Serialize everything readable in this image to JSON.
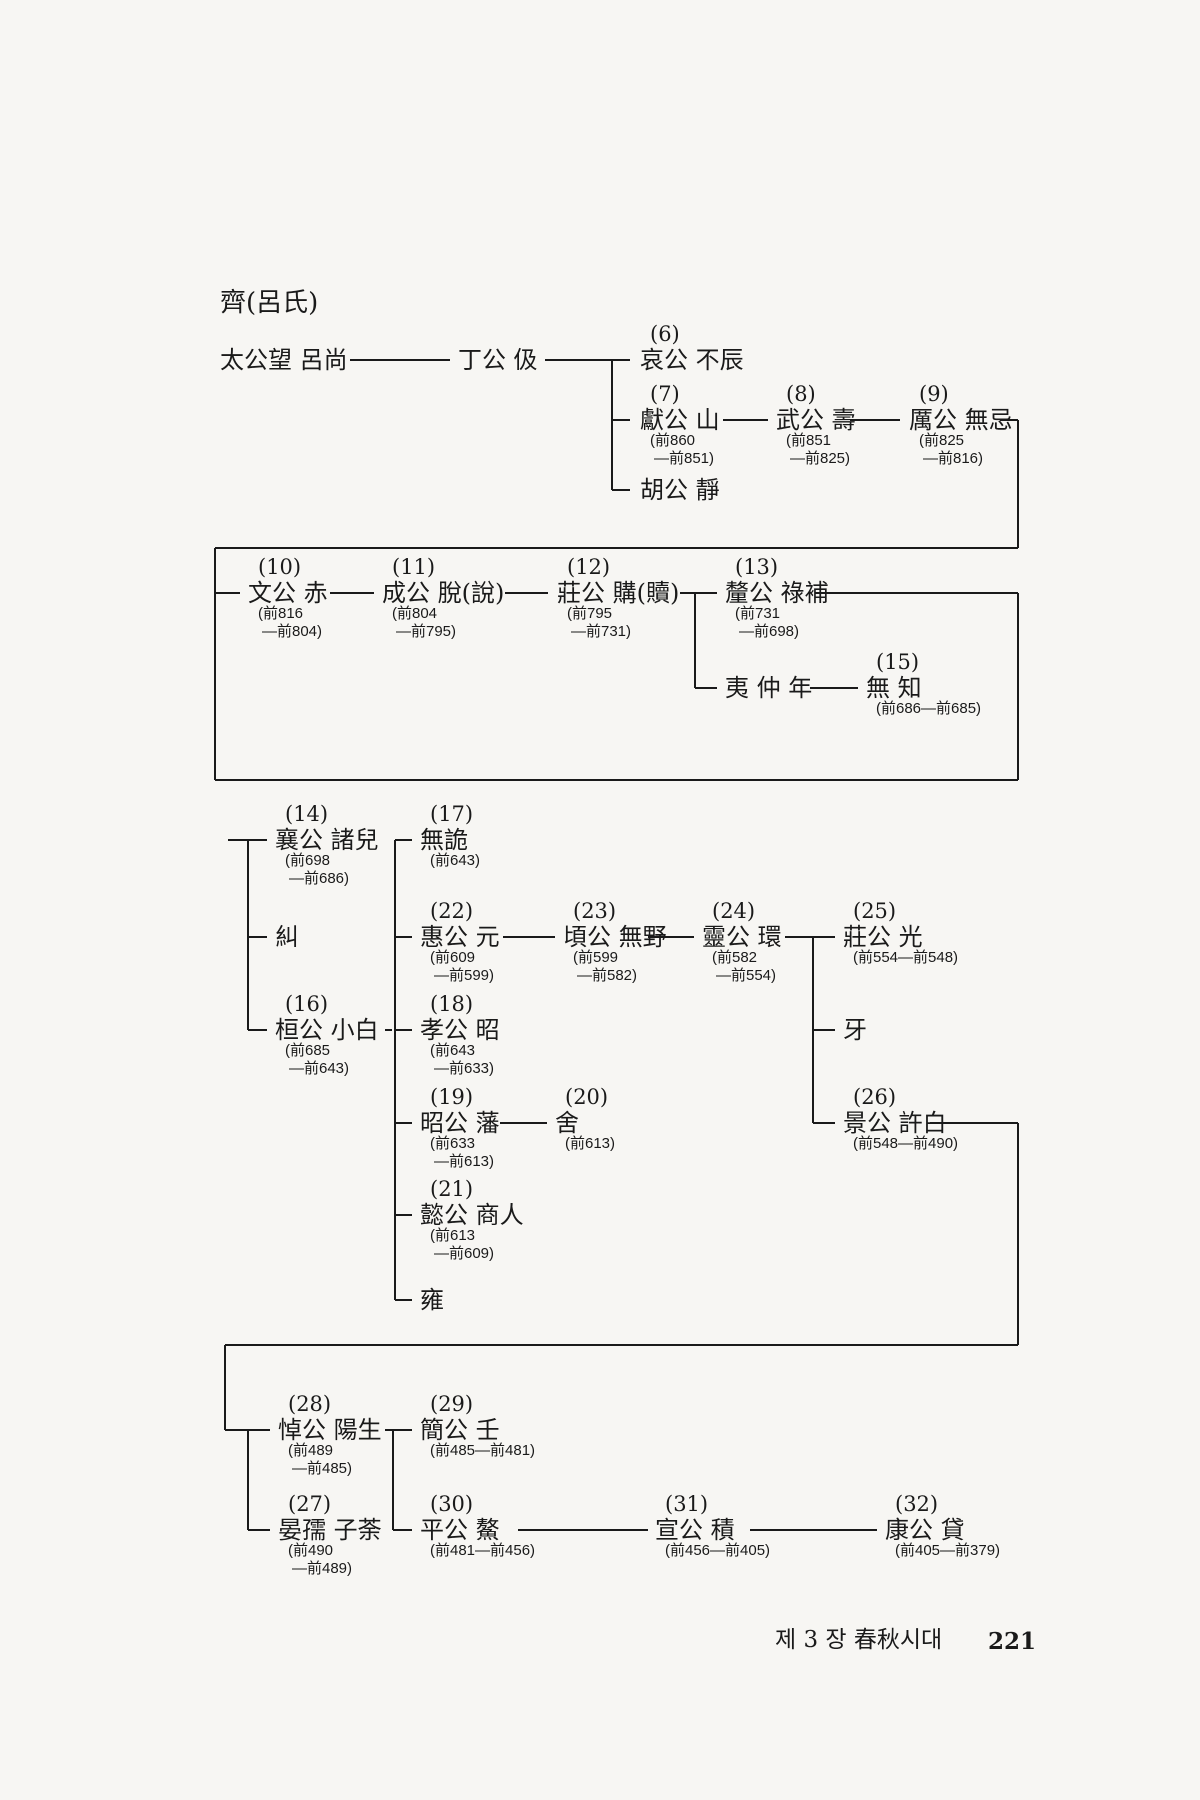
{
  "title": "齊(呂氏)",
  "nodes": {
    "taigong": {
      "name": "太公望 呂尚"
    },
    "dinggong": {
      "name": "丁公 伋"
    },
    "aigong": {
      "num": "(6)",
      "name": "哀公 不辰"
    },
    "xiangong": {
      "num": "(7)",
      "name": "獻公 山",
      "date1": "(前860",
      "date2": "—前851)"
    },
    "wugong": {
      "num": "(8)",
      "name": "武公 壽",
      "date1": "(前851",
      "date2": "—前825)"
    },
    "ligong": {
      "num": "(9)",
      "name": "厲公 無忌",
      "date1": "(前825",
      "date2": "—前816)"
    },
    "hugong": {
      "name": "胡公 靜"
    },
    "wengong": {
      "num": "(10)",
      "name": "文公 赤",
      "date1": "(前816",
      "date2": "—前804)"
    },
    "chenggong": {
      "num": "(11)",
      "name": "成公 脫(說)",
      "date1": "(前804",
      "date2": "—前795)"
    },
    "zhuanggong": {
      "num": "(12)",
      "name": "莊公 購(贖)",
      "date1": "(前795",
      "date2": "—前731)"
    },
    "xigong": {
      "num": "(13)",
      "name": "釐公 祿補",
      "date1": "(前731",
      "date2": "—前698)"
    },
    "yizhongnian": {
      "name": "夷 仲 年"
    },
    "wuzhi": {
      "num": "(15)",
      "name": "無 知",
      "date1": "(前686—前685)"
    },
    "xianggong": {
      "num": "(14)",
      "name": "襄公 諸兒",
      "date1": "(前698",
      "date2": "—前686)"
    },
    "jiu": {
      "name": "糾"
    },
    "huangong": {
      "num": "(16)",
      "name": "桓公 小白",
      "date1": "(前685",
      "date2": "—前643)"
    },
    "wugui": {
      "num": "(17)",
      "name": "無詭",
      "date1": "(前643)"
    },
    "huigong": {
      "num": "(22)",
      "name": "惠公 元",
      "date1": "(前609",
      "date2": "—前599)"
    },
    "qinggong": {
      "num": "(23)",
      "name": "頃公 無野",
      "date1": "(前599",
      "date2": "—前582)"
    },
    "linggong": {
      "num": "(24)",
      "name": "靈公 環",
      "date1": "(前582",
      "date2": "—前554)"
    },
    "zhuanggong2": {
      "num": "(25)",
      "name": "莊公 光",
      "date1": "(前554—前548)"
    },
    "ya": {
      "name": "牙"
    },
    "jinggong": {
      "num": "(26)",
      "name": "景公 許白",
      "date1": "(前548—前490)"
    },
    "xiaogong": {
      "num": "(18)",
      "name": "孝公 昭",
      "date1": "(前643",
      "date2": "—前633)"
    },
    "zhaogong": {
      "num": "(19)",
      "name": "昭公 藩",
      "date1": "(前633",
      "date2": "—前613)"
    },
    "she": {
      "num": "(20)",
      "name": "舍",
      "date1": "(前613)"
    },
    "yigong": {
      "num": "(21)",
      "name": "懿公 商人",
      "date1": "(前613",
      "date2": "—前609)"
    },
    "yong": {
      "name": "雍"
    },
    "daogong": {
      "num": "(28)",
      "name": "悼公 陽生",
      "date1": "(前489",
      "date2": "—前485)"
    },
    "jiangong": {
      "num": "(29)",
      "name": "簡公 壬",
      "date1": "(前485—前481)"
    },
    "yanru": {
      "num": "(27)",
      "name": "晏孺 子荼",
      "date1": "(前490",
      "date2": "—前489)"
    },
    "pinggong": {
      "num": "(30)",
      "name": "平公 鰲",
      "date1": "(前481—前456)"
    },
    "xuangong": {
      "num": "(31)",
      "name": "宣公 積",
      "date1": "(前456—前405)"
    },
    "kanggong": {
      "num": "(32)",
      "name": "康公 貸",
      "date1": "(前405—前379)"
    }
  },
  "footer": {
    "chapter": "제 3 장  春秋시대",
    "page": "221"
  }
}
